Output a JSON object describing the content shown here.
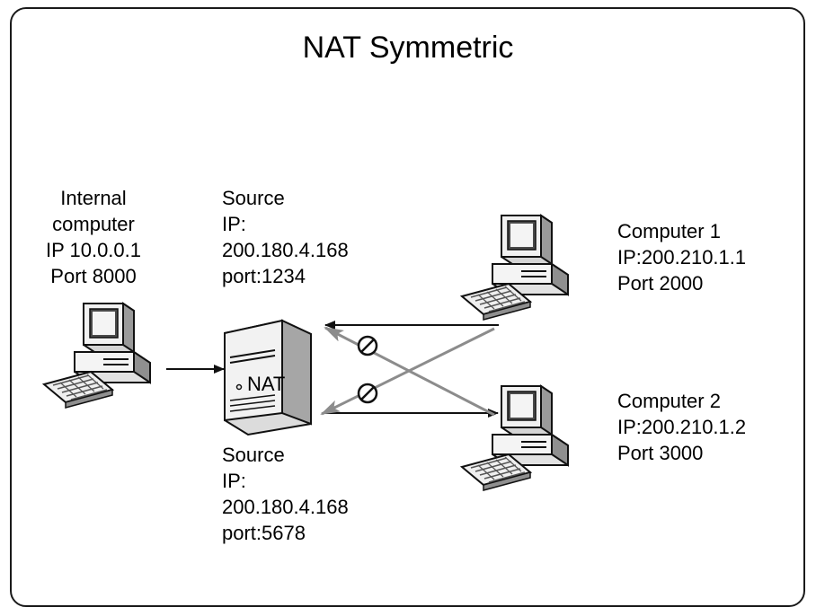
{
  "title": "NAT Symmetric",
  "internal": {
    "line1": "Internal",
    "line2": "computer",
    "ip": "IP 10.0.0.1",
    "port": "Port 8000"
  },
  "source_top": {
    "line1": "Source",
    "line2": "IP:",
    "ip": "200.180.4.168",
    "port": "port:1234"
  },
  "source_bottom": {
    "line1": "Source",
    "line2": "IP:",
    "ip": "200.180.4.168",
    "port": "port:5678"
  },
  "computer1": {
    "name": "Computer 1",
    "ip": "IP:200.210.1.1",
    "port": "Port 2000"
  },
  "computer2": {
    "name": "Computer 2",
    "ip": "IP:200.210.1.2",
    "port": "Port 3000"
  },
  "nat_label": "NAT"
}
